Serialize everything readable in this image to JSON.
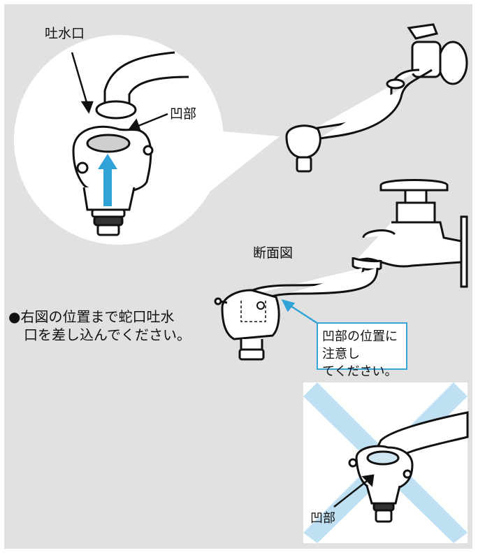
{
  "labels": {
    "spout": "吐水口",
    "recess_top": "凹部",
    "cross_section": "断面図",
    "recess_bottom": "凹部"
  },
  "instruction": {
    "bullet": "●",
    "line1": "右図の位置まで蛇口吐水",
    "line2": "口を差し込んでください。"
  },
  "callout": {
    "line1": "凹部の位置に注意し",
    "line2": "てください。"
  },
  "colors": {
    "panel_bg": "#e1e1e1",
    "arrow_blue": "#2fa3d8",
    "callout_border": "#36a5d9",
    "cross_blue": "#bfe0f2"
  }
}
